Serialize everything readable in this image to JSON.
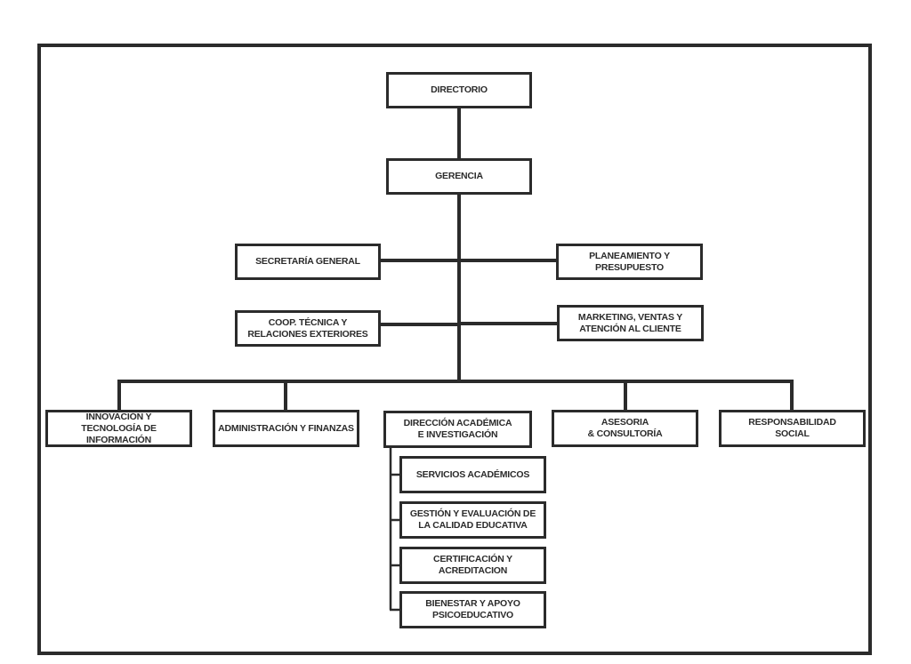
{
  "chart": {
    "directorio": "DIRECTORIO",
    "gerencia": "GERENCIA",
    "secretaria": "SECRETARÍA GENERAL",
    "planeamiento": "PLANEAMIENTO Y PRESUPUESTO",
    "coop": "COOP. TÉCNICA Y\nRELACIONES EXTERIORES",
    "marketing": "MARKETING, VENTAS Y\nATENCIÓN AL CLIENTE",
    "innovacion": "INNOVACIÓN Y\nTECNOLOGÍA DE INFORMACIÓN",
    "administracion": "ADMINISTRACIÓN Y FINANZAS",
    "direccion": "DIRECCIÓN ACADÉMICA\nE INVESTIGACIÓN",
    "asesoria": "ASESORIA\n& CONSULTORÍA",
    "responsabilidad": "RESPONSABILIDAD\nSOCIAL",
    "servicios": "SERVICIOS ACADÉMICOS",
    "gestion": "GESTIÓN Y  EVALUACIÓN DE\nLA CALIDAD EDUCATIVA",
    "certificacion": "CERTIFICACIÓN Y\nACREDITACION",
    "bienestar": "BIENESTAR Y APOYO\nPSICOEDUCATIVO"
  },
  "colors": {
    "line": "#2b2b2b",
    "box_fill": "#ffffff"
  }
}
